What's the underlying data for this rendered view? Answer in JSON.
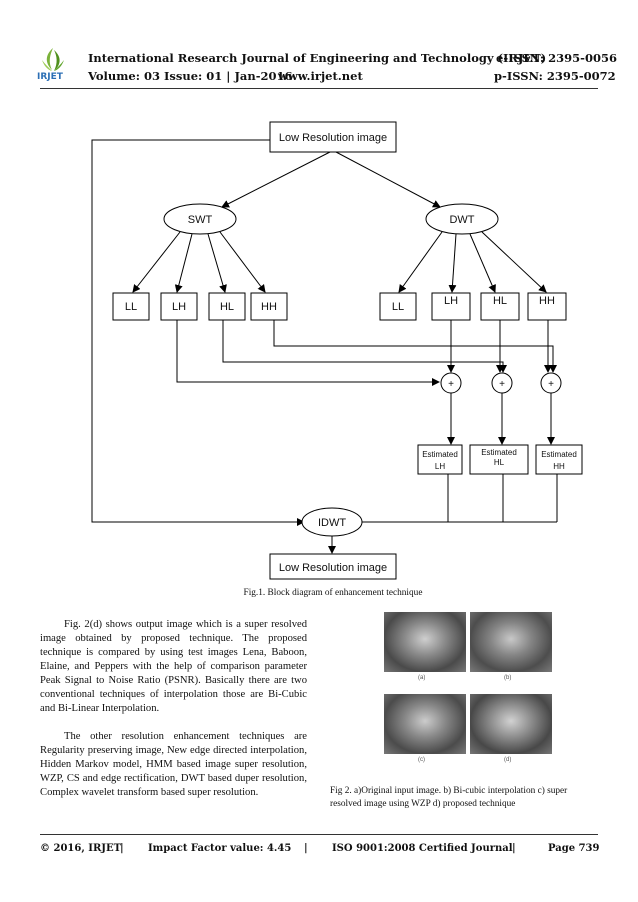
{
  "header": {
    "logo_text": "IRJET",
    "journal": "International Research Journal of Engineering and Technology (IRJET)",
    "eissn": "e-ISSN: 2395-0056",
    "volume": "Volume: 03 Issue: 01 | Jan-2016",
    "url": "www.irjet.net",
    "pissn": "p-ISSN: 2395-0072"
  },
  "diagram": {
    "top_box": "Low Resolution image",
    "swt": "SWT",
    "dwt": "DWT",
    "swt_bands": [
      "LL",
      "LH",
      "HL",
      "HH"
    ],
    "dwt_bands": [
      "LL",
      "LH",
      "HL",
      "HH"
    ],
    "plus": "+",
    "estimated": [
      {
        "line1": "Estimated",
        "line2": "LH"
      },
      {
        "line1": "Estimated",
        "line2": "HL"
      },
      {
        "line1": "Estimated",
        "line2": "HH"
      }
    ],
    "idwt": "IDWT",
    "bottom_box": "Low Resolution image"
  },
  "fig1_caption": "Fig.1. Block diagram of enhancement technique",
  "paragraph1": "Fig. 2(d) shows output image which is a super resolved image obtained by proposed technique. The proposed technique is compared by using test images Lena, Baboon, Elaine, and Peppers with the help of comparison parameter Peak Signal to Noise Ratio (PSNR). Basically there are two conventional techniques of interpolation those are Bi-Cubic and Bi-Linear Interpolation.",
  "paragraph2": "The other resolution enhancement techniques are Regularity preserving image, New edge directed interpolation, Hidden Markov model, HMM based image super resolution, WZP, CS  and edge rectification, DWT based duper resolution, Complex wavelet transform based super resolution.",
  "fig2": {
    "sublabels": [
      "(a)",
      "(b)",
      "(c)",
      "(d)"
    ],
    "caption": "Fig 2. a)Original input image. b) Bi-cubic interpolation c) super resolved image using WZP d) proposed technique"
  },
  "footer": {
    "copyright": "© 2016, IRJET",
    "sep": "|",
    "impact": "Impact Factor value: 4.45",
    "iso": "ISO 9001:2008 Certified Journal",
    "page": "Page 739"
  }
}
